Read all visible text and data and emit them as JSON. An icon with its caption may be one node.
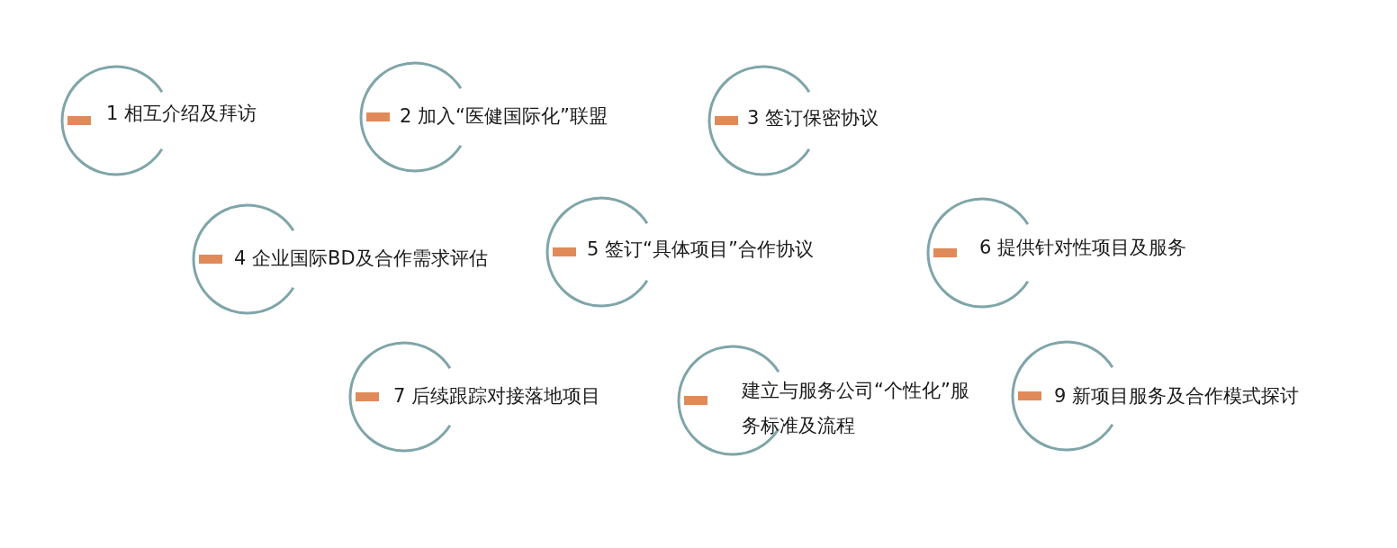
{
  "diagram": {
    "nodes": [
      {
        "text": [
          "1 相互介绍及拜访"
        ]
      },
      {
        "text": [
          "2 加入“医健国际化”联盟"
        ]
      },
      {
        "text": [
          "3 签订保密协议"
        ]
      },
      {
        "text": [
          "4 企业国际BD及合作需求评估"
        ]
      },
      {
        "text": [
          "5 签订“具体项目”合作协议"
        ]
      },
      {
        "text": [
          "6 提供针对性项目及服务"
        ]
      },
      {
        "text": [
          "7 后续跟踪对接落地项目"
        ]
      },
      {
        "text": [
          "建立与服务公司“个性化”服务标准及流程"
        ]
      },
      {
        "text": [
          "9 新项目服务及合作模式探讨"
        ]
      }
    ]
  }
}
